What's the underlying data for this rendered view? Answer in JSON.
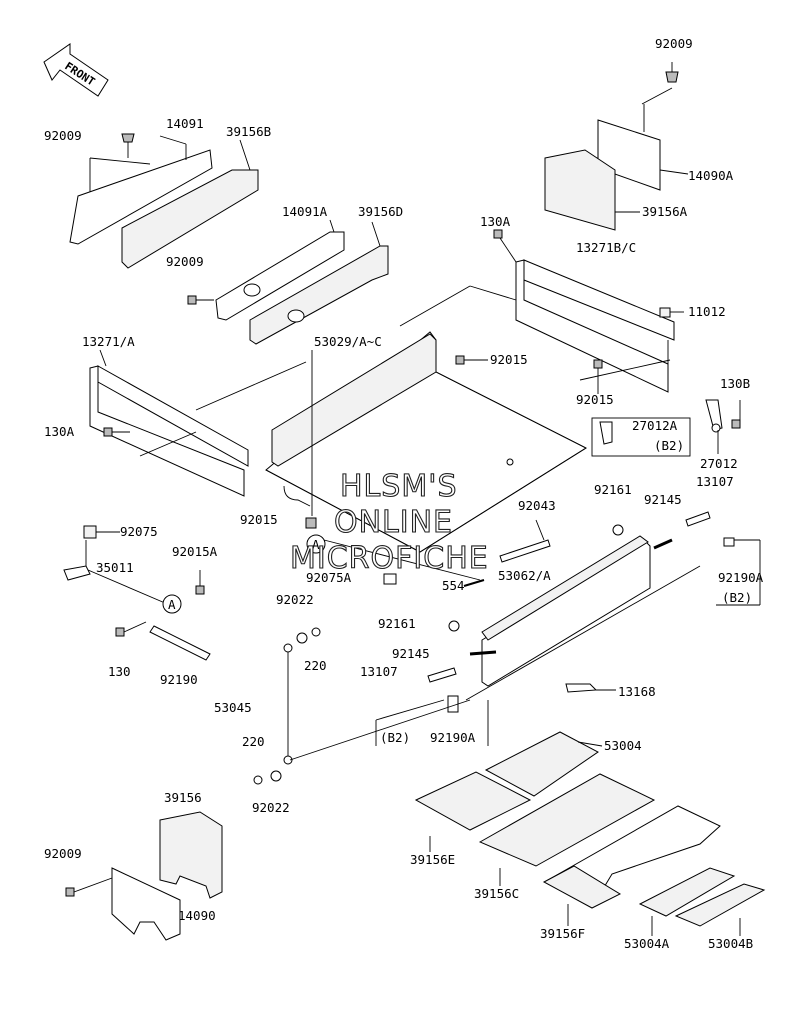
{
  "front_arrow": {
    "label": "FRONT"
  },
  "callouts": {
    "p92009_top": "92009",
    "p14090A": "14090A",
    "p39156A": "39156A",
    "p92009_l": "92009",
    "p14091": "14091",
    "p39156B": "39156B",
    "p14091A": "14091A",
    "p39156D": "39156D",
    "p92009_m": "92009",
    "p130A_r": "130A",
    "p13271BC": "13271B/C",
    "p11012": "11012",
    "p13271A": "13271/A",
    "p53029": "53029/A~C",
    "p92015_c": "92015",
    "p92015_r": "92015",
    "p130B": "130B",
    "p27012A": "27012A",
    "pB2_a": "(B2)",
    "p27012": "27012",
    "p130A_l": "130A",
    "p92161_r": "92161",
    "p92145_r": "92145",
    "p13107_r": "13107",
    "p92015_b": "92015",
    "p92043": "92043",
    "p92075": "92075",
    "p92015A": "92015A",
    "p35011": "35011",
    "p92075A": "92075A",
    "p554": "554",
    "p53062": "53062/A",
    "p92190A_r": "92190A",
    "pB2_b": "(B2)",
    "p92022_t": "92022",
    "p130": "130",
    "p92190": "92190",
    "p220_t": "220",
    "p92161_l": "92161",
    "p92145_l": "92145",
    "p13107_l": "13107",
    "p13168": "13168",
    "p53045": "53045",
    "pB2_c": "(B2)",
    "p92190A_l": "92190A",
    "p53004": "53004",
    "p220_b": "220",
    "p92022_b": "92022",
    "p39156": "39156",
    "p39156E": "39156E",
    "p92009_b": "92009",
    "p14090": "14090",
    "p39156C": "39156C",
    "p39156F": "39156F",
    "p53004A": "53004A",
    "p53004B": "53004B",
    "refA_1": "A",
    "refA_2": "A"
  },
  "watermark": {
    "line1": "HLSM'S",
    "line2": "ONLINE",
    "line3": "MICROFICHE"
  }
}
